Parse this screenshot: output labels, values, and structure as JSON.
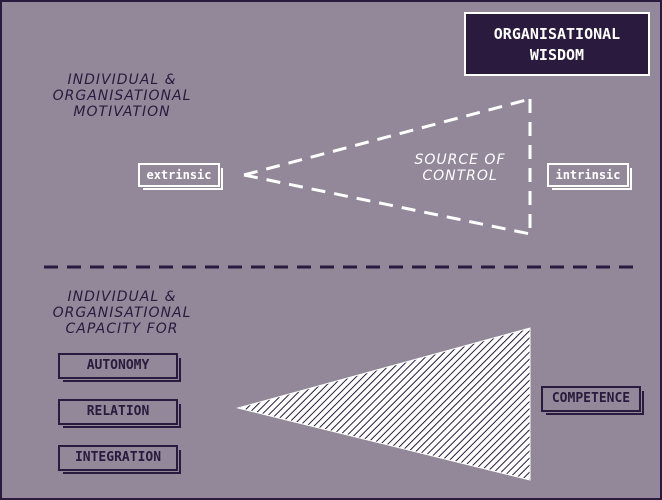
{
  "title": {
    "line1": "ORGANISATIONAL",
    "line2": "WISDOM"
  },
  "motivation_heading": {
    "line1": "INDIVIDUAL &",
    "line2": "ORGANISATIONAL",
    "line3": "MOTIVATION"
  },
  "source_of_control": {
    "line1": "SOURCE OF",
    "line2": "CONTROL"
  },
  "labels": {
    "extrinsic": "extrinsic",
    "intrinsic": "intrinsic"
  },
  "capacity_heading": {
    "line1": "INDIVIDUAL &",
    "line2": "ORGANISATIONAL",
    "line3": "CAPACITY FOR"
  },
  "capacities": [
    "AUTONOMY",
    "RELATION",
    "INTEGRATION"
  ],
  "competence": "COMPETENCE",
  "colors": {
    "background": "#928899",
    "dark": "#2a1a3d",
    "light": "#ffffff"
  }
}
